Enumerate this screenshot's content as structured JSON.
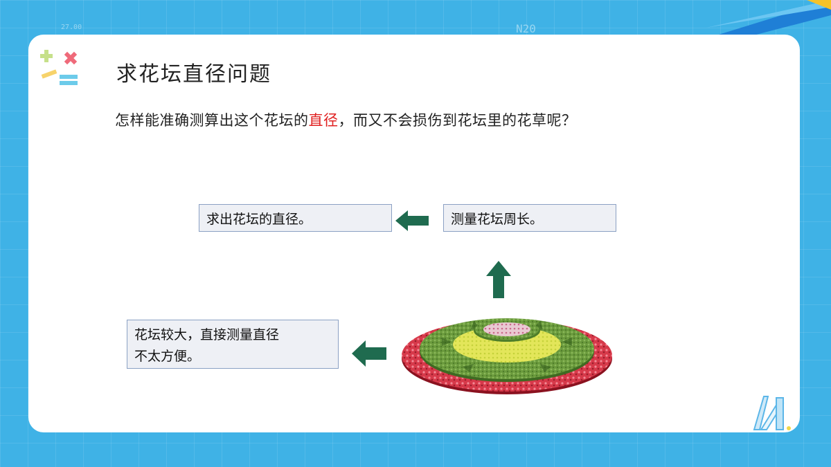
{
  "slide": {
    "title": "求花坛直径问题",
    "question_before": "怎样能准确测算出这个花坛的",
    "question_highlight": "直径",
    "question_after": "，而又不会损伤到花坛里的花草呢？",
    "highlight_color": "#e02020"
  },
  "flow": {
    "step_result": "求出花坛的直径。",
    "step_measure": "测量花坛周长。",
    "step_problem_line1": "花坛较大，直接测量直径",
    "step_problem_line2": "不太方便。",
    "arrow_color": "#1f6b4f"
  },
  "background": {
    "figure_top": "27.00",
    "figure_mid": "N20",
    "color": "#3fb2e6"
  },
  "icons": {
    "top_left": "math-symbols-icon",
    "flowerbed": "flowerbed-image",
    "bottom_right": "ruler-compass-icon"
  }
}
